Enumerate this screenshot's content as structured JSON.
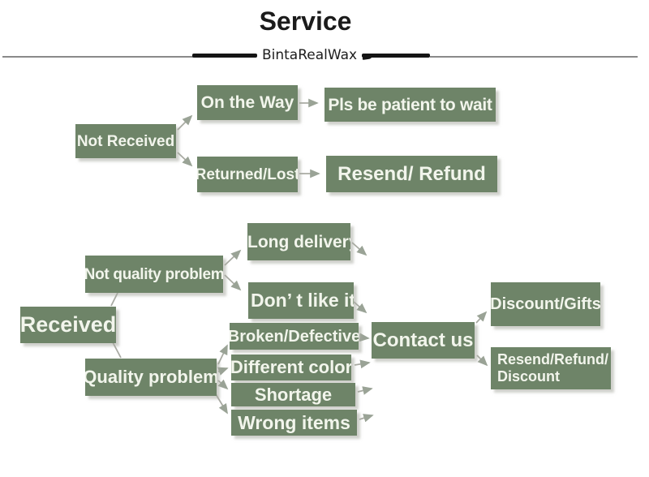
{
  "header": {
    "title": "Service",
    "brand": "BintaRealWax"
  },
  "colors": {
    "box_green": "#6e8468",
    "box_text": "#f2f5ec",
    "arrow_gray": "#a9aba3",
    "arrowhead": "#9aa396",
    "divider_gray": "#8a8a8a",
    "divider_black": "#151515",
    "title_color": "#1b1b1b"
  },
  "flowchart": {
    "nodes": {
      "not_received": "Not Received",
      "on_the_way": "On the Way",
      "pls_be_patient": "Pls be patient to wait",
      "returned_lost": "Returned/Lost",
      "resend_refund": "Resend/ Refund",
      "received": "Received",
      "not_quality_problem": "Not quality problem",
      "long_delivery": "Long delivery",
      "dont_like_it": "Don’ t like it",
      "quality_problem": "Quality problem",
      "broken_defective": "Broken/Defective",
      "different_color": "Different color",
      "shortage": "Shortage",
      "wrong_items": "Wrong items",
      "contact_us": "Contact us",
      "discount_gifts": "Discount/Gifts",
      "resend_refund_discount": {
        "line1": "Resend/Refund/",
        "line2": "Discount"
      }
    },
    "edges": [
      {
        "from": "not_received",
        "to": "on_the_way",
        "arrow": true
      },
      {
        "from": "not_received",
        "to": "returned_lost",
        "arrow": true
      },
      {
        "from": "on_the_way",
        "to": "pls_be_patient",
        "arrow": true
      },
      {
        "from": "returned_lost",
        "to": "resend_refund",
        "arrow": true
      },
      {
        "from": "received",
        "to": "not_quality_problem",
        "arrow": false
      },
      {
        "from": "received",
        "to": "quality_problem",
        "arrow": false
      },
      {
        "from": "not_quality_problem",
        "to": "long_delivery",
        "arrow": true
      },
      {
        "from": "not_quality_problem",
        "to": "dont_like_it",
        "arrow": true
      },
      {
        "from": "long_delivery",
        "to": "contact_us",
        "arrow": true
      },
      {
        "from": "dont_like_it",
        "to": "contact_us",
        "arrow": true
      },
      {
        "from": "quality_problem",
        "to": "broken_defective",
        "arrow": true
      },
      {
        "from": "quality_problem",
        "to": "different_color",
        "arrow": true
      },
      {
        "from": "quality_problem",
        "to": "shortage",
        "arrow": true
      },
      {
        "from": "quality_problem",
        "to": "wrong_items",
        "arrow": true
      },
      {
        "from": "broken_defective",
        "to": "contact_us",
        "arrow": true
      },
      {
        "from": "different_color",
        "to": "contact_us",
        "arrow": true
      },
      {
        "from": "shortage",
        "to": "contact_us",
        "arrow": true
      },
      {
        "from": "wrong_items",
        "to": "contact_us",
        "arrow": true
      },
      {
        "from": "contact_us",
        "to": "discount_gifts",
        "arrow": true
      },
      {
        "from": "contact_us",
        "to": "resend_refund_discount",
        "arrow": true
      }
    ]
  }
}
